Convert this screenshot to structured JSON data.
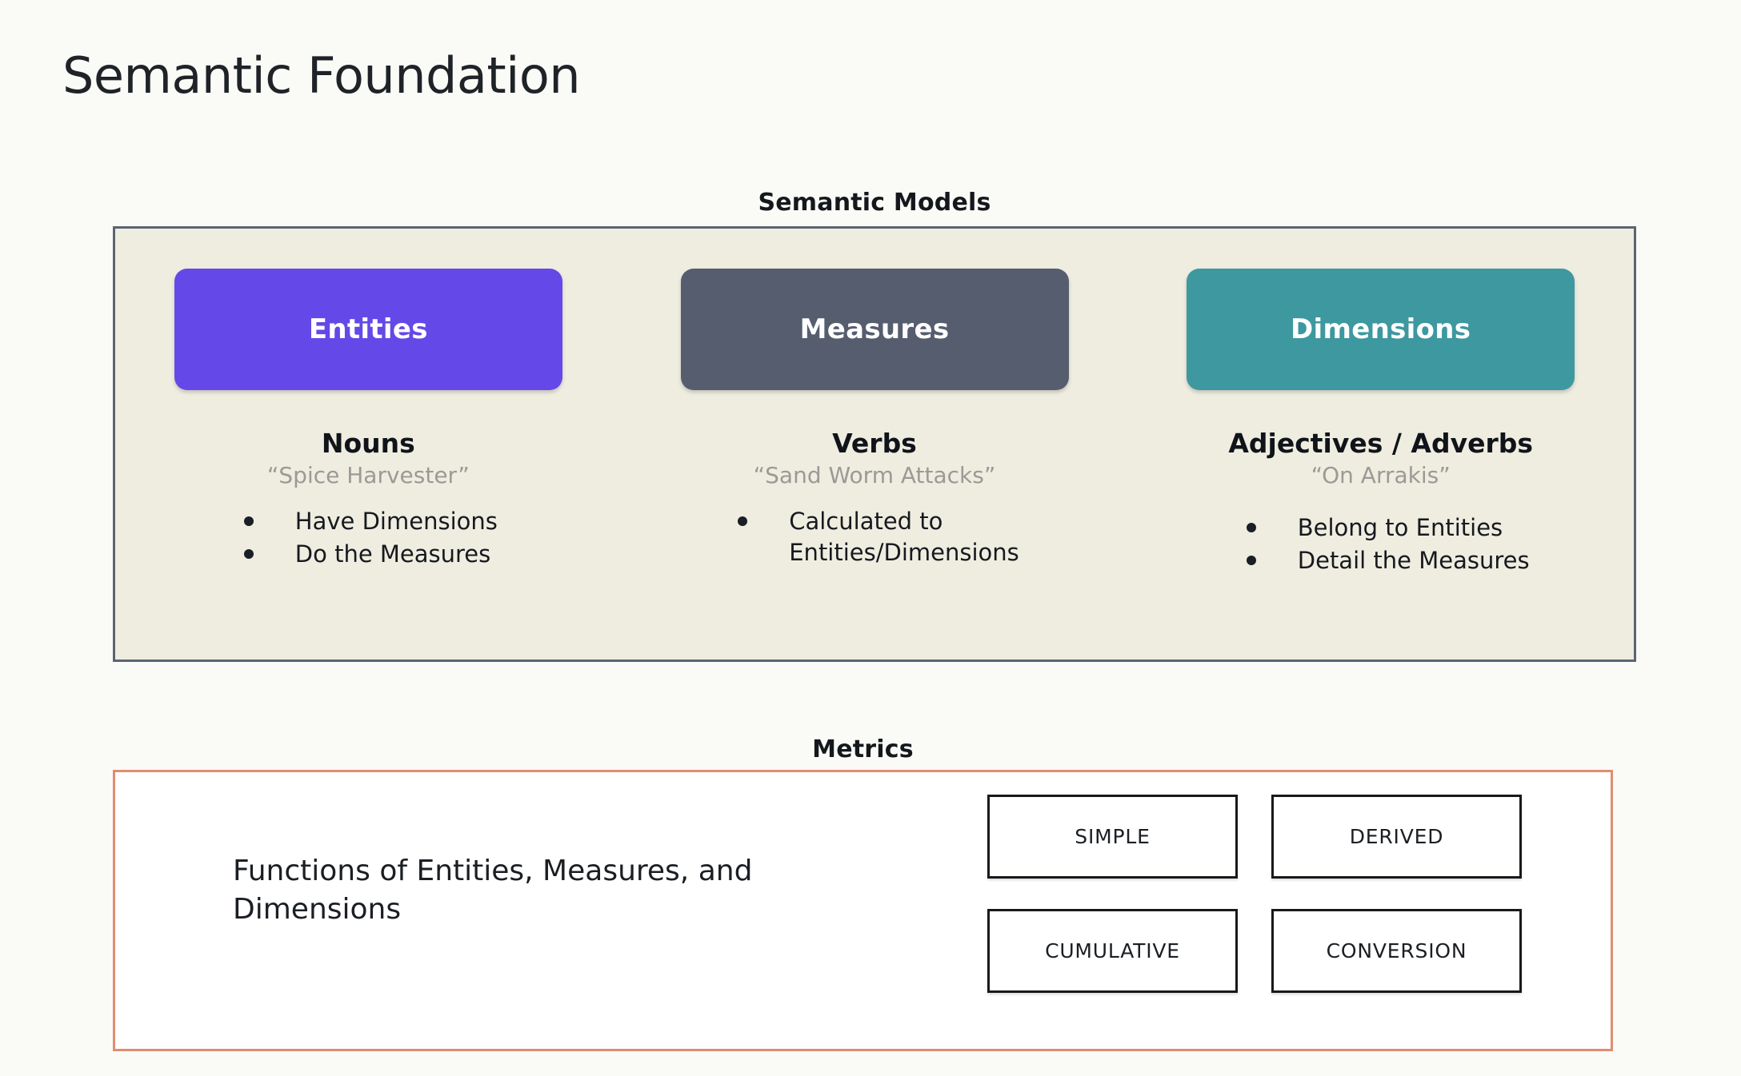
{
  "page": {
    "title": "Semantic Foundation",
    "background_color": "#fafaf7"
  },
  "semantic_models": {
    "heading": "Semantic Models",
    "panel_background": "#efede0",
    "panel_border_color": "#5a6472",
    "columns": [
      {
        "card_label": "Entities",
        "card_color": "#6449e8",
        "part_of_speech": "Nouns",
        "example": "“Spice Harvester”",
        "bullets": [
          "Have Dimensions",
          "Do the Measures"
        ]
      },
      {
        "card_label": "Measures",
        "card_color": "#555d6e",
        "part_of_speech": "Verbs",
        "example": "“Sand Worm Attacks”",
        "bullets": [
          "Calculated to\nEntities/Dimensions"
        ]
      },
      {
        "card_label": "Dimensions",
        "card_color": "#3d98a0",
        "part_of_speech": "Adjectives / Adverbs",
        "example": "“On Arrakis”",
        "bullets": [
          "Belong to Entities",
          "Detail the Measures"
        ]
      }
    ]
  },
  "metrics": {
    "heading": "Metrics",
    "panel_border_color": "#e08d6f",
    "description": "Functions of Entities, Measures, and Dimensions",
    "types": [
      "SIMPLE",
      "DERIVED",
      "CUMULATIVE",
      "CONVERSION"
    ]
  }
}
